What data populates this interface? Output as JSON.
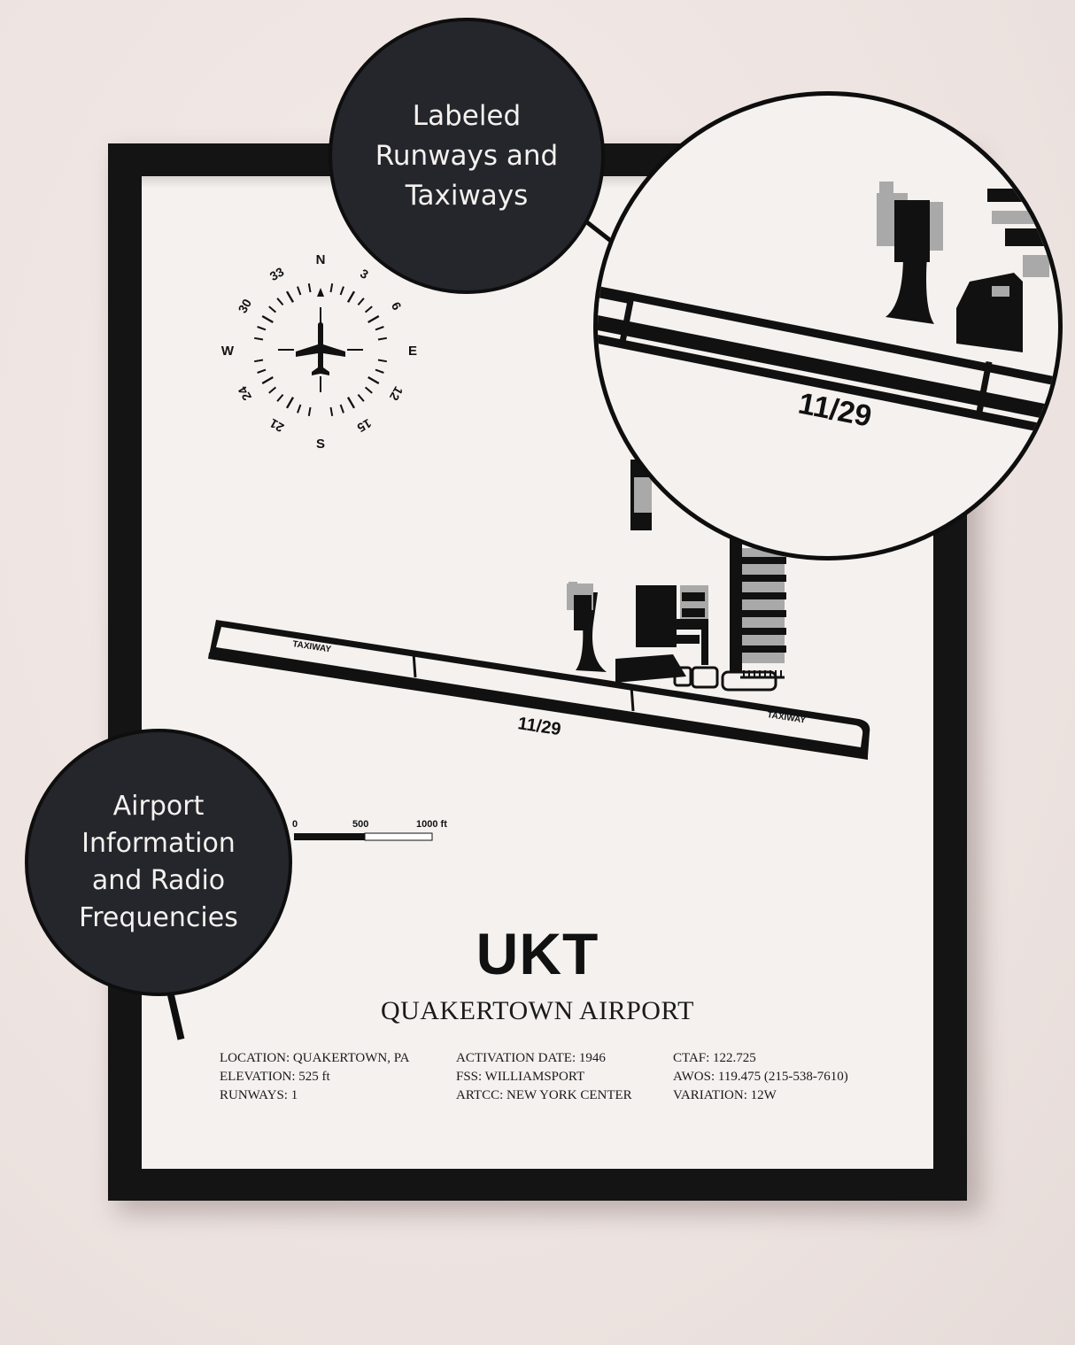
{
  "callouts": {
    "runways": {
      "line1": "Labeled",
      "line2": "Runways and",
      "line3": "Taxiways"
    },
    "info": {
      "line1": "Airport",
      "line2": "Information",
      "line3": "and Radio",
      "line4": "Frequencies"
    }
  },
  "compass": {
    "N": "N",
    "E": "E",
    "S": "S",
    "W": "W",
    "d3": "3",
    "d6": "6",
    "d12": "12",
    "d15": "15",
    "d21": "21",
    "d24": "24",
    "d30": "30",
    "d33": "33"
  },
  "map": {
    "runway_label": "11/29",
    "taxiway_left": "TAXIWAY",
    "taxiway_right": "TAXIWAY"
  },
  "scale": {
    "zero": "0",
    "mid": "500",
    "end": "1000 ft"
  },
  "zoom": {
    "runway_label": "11/29"
  },
  "airport": {
    "code": "UKT",
    "name": "QUAKERTOWN AIRPORT",
    "location": "LOCATION: QUAKERTOWN, PA",
    "elevation": "ELEVATION: 525 ft",
    "runways": "RUNWAYS: 1",
    "activation": "ACTIVATION DATE: 1946",
    "fss": "FSS: WILLIAMSPORT",
    "artcc": "ARTCC: NEW YORK CENTER",
    "ctaf": "CTAF: 122.725",
    "awos": "AWOS: 119.475 (215-538-7610)",
    "variation": "VARIATION: 12W"
  },
  "colors": {
    "bubble": "#24262b",
    "frame": "#141414",
    "mat": "#f4f1ef",
    "ink": "#111111",
    "building_gray": "#a9a9a9"
  }
}
